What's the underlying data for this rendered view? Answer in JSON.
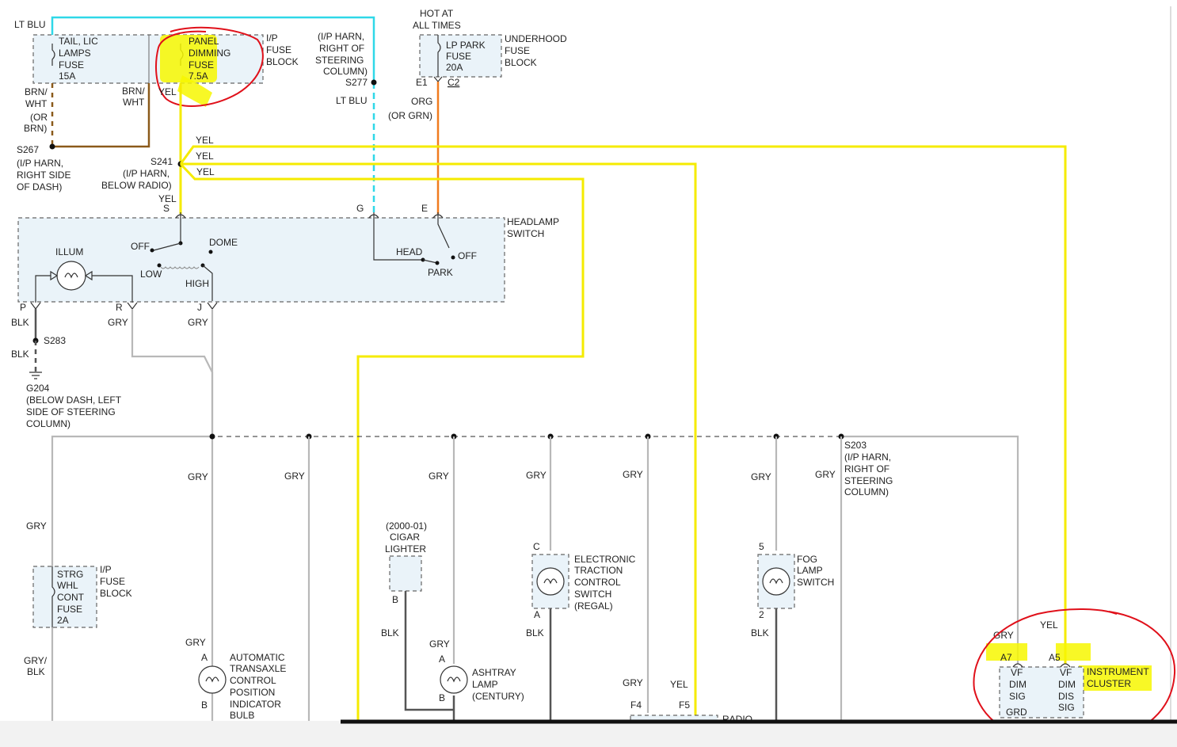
{
  "labels": {
    "lt_blu_top": "LT BLU",
    "tail_fuse": [
      "TAIL, LIC",
      "LAMPS",
      "FUSE",
      "15A"
    ],
    "panel_fuse": [
      "PANEL",
      "DIMMING",
      "FUSE",
      "7.5A"
    ],
    "ip_fuse_block": [
      "I/P",
      "FUSE",
      "BLOCK"
    ],
    "ip_harn_steering": [
      "(I/P HARN,",
      "RIGHT OF",
      "STEERING",
      "COLUMN)"
    ],
    "s277": "S277",
    "lt_blu_mid": "LT BLU",
    "hot_at_all_times": [
      "HOT AT",
      "ALL TIMES"
    ],
    "lp_park_fuse": [
      "LP PARK",
      "FUSE",
      "20A"
    ],
    "underhood_block": [
      "UNDERHOOD",
      "FUSE",
      "BLOCK"
    ],
    "e1": "E1",
    "c2": "C2",
    "org": [
      "ORG",
      "(OR GRN)"
    ],
    "brn_wht_left": [
      "BRN/",
      "WHT",
      "(OR",
      "BRN)"
    ],
    "brn_wht_right": [
      "BRN/",
      "WHT"
    ],
    "yel_top": "YEL",
    "s267": [
      "S267",
      "(I/P HARN,",
      "RIGHT SIDE",
      "OF DASH)"
    ],
    "s241": [
      "S241",
      "(I/P HARN,",
      "BELOW RADIO)"
    ],
    "yel_branches": [
      "YEL",
      "YEL",
      "YEL"
    ],
    "yel_s": "YEL",
    "s": "S",
    "g": "G",
    "e": "E",
    "headlamp_switch": [
      "HEADLAMP",
      "SWITCH"
    ],
    "illum": "ILLUM",
    "off_left": "OFF",
    "dome": "DOME",
    "low": "LOW",
    "high": "HIGH",
    "head": "HEAD",
    "off_right": "OFF",
    "park": "PARK",
    "p": "P",
    "r": "R",
    "j": "J",
    "blk1": "BLK",
    "gry_r": "GRY",
    "gry_j": "GRY",
    "s283": "S283",
    "blk2": "BLK",
    "g204": [
      "G204",
      "(BELOW DASH, LEFT",
      "SIDE OF STEERING",
      "COLUMN)"
    ],
    "s203": [
      "S203",
      "(I/P HARN,",
      "RIGHT OF",
      "STEERING",
      "COLUMN)"
    ],
    "gry_row": [
      "GRY",
      "GRY",
      "GRY",
      "GRY",
      "GRY",
      "GRY",
      "GRY"
    ],
    "gry_left": "GRY",
    "strg_fuse": [
      "STRG",
      "WHL",
      "CONT",
      "FUSE",
      "2A"
    ],
    "ip_fuse_block2": [
      "I/P",
      "FUSE",
      "BLOCK"
    ],
    "gry_blk": [
      "GRY/",
      "BLK"
    ],
    "cigar": [
      "(2000-01)",
      "CIGAR",
      "LIGHTER"
    ],
    "b_cigar": "B",
    "blk_cigar": "BLK",
    "etc_switch": [
      "ELECTRONIC",
      "TRACTION",
      "CONTROL",
      "SWITCH",
      "(REGAL)"
    ],
    "c_etc": "C",
    "a_etc": "A",
    "blk_etc": "BLK",
    "fog_switch": [
      "FOG",
      "LAMP",
      "SWITCH"
    ],
    "five": "5",
    "two": "2",
    "blk_fog": "BLK",
    "gry_auto": "GRY",
    "a_auto": "A",
    "b_auto": "B",
    "auto_trans": [
      "AUTOMATIC",
      "TRANSAXLE",
      "CONTROL",
      "POSITION",
      "INDICATOR",
      "BULB"
    ],
    "gry_ash": "GRY",
    "a_ash": "A",
    "b_ash": "B",
    "ashtray": [
      "ASHTRAY",
      "LAMP",
      "(CENTURY)"
    ],
    "gry_f4": "GRY",
    "yel_f5": "YEL",
    "f4": "F4",
    "f5": "F5",
    "radio": "RADIO",
    "gry_a7": "GRY",
    "yel_a5": "YEL",
    "a7": "A7",
    "a5": "A5",
    "inst_cluster": [
      "INSTRUMENT",
      "CLUSTER"
    ],
    "cluster_pins_left": [
      "VF",
      "DIM",
      "SIG",
      "GRD"
    ],
    "cluster_pins_right": [
      "VF",
      "DIM",
      "DIS",
      "SIG"
    ]
  },
  "colors": {
    "yellow_wire": "#f5eb00",
    "gray_wire": "#b8b8b8",
    "cyan_wire": "#2fd8e8",
    "orange_wire": "#f07b1f",
    "brown_wire": "#8b5a1a",
    "highlight": "#f7f700",
    "annotation_red": "#e0101a"
  }
}
